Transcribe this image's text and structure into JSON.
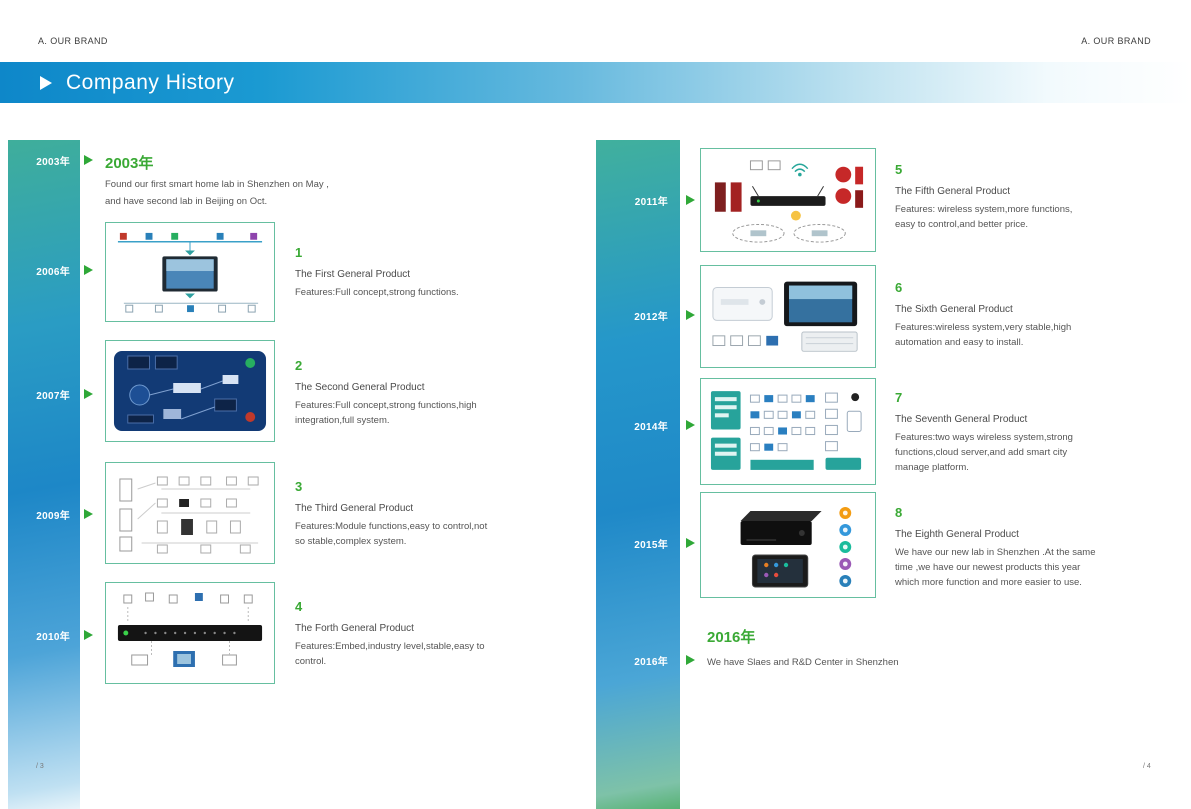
{
  "colors": {
    "accent_green": "#3aa935",
    "banner_blue": "#0e87c9",
    "bar_teal": "#3fae9b",
    "bar_blue": "#1d87c7",
    "box_border": "#66bfa0",
    "arrow_green": "#2fa838"
  },
  "header": {
    "left_label": "A. OUR BRAND",
    "right_label": "A. OUR BRAND"
  },
  "banner": {
    "title": "Company History"
  },
  "left_timeline": {
    "years": [
      "2003年",
      "2006年",
      "2007年",
      "2009年",
      "2010年"
    ],
    "intro": {
      "year": "2003年",
      "text": "Found our first smart home lab in Shenzhen on May ,\nand have second lab in Beijing on Oct."
    },
    "products": [
      {
        "number": "1",
        "title": "The First General Product",
        "desc": "Features:Full concept,strong functions."
      },
      {
        "number": "2",
        "title": "The Second General Product",
        "desc": "Features:Full concept,strong functions,high\nintegration,full system."
      },
      {
        "number": "3",
        "title": "The Third General Product",
        "desc": "Features:Module functions,easy to control,not\nso stable,complex system."
      },
      {
        "number": "4",
        "title": "The Forth General Product",
        "desc": "Features:Embed,industry level,stable,easy to\ncontrol."
      }
    ]
  },
  "right_timeline": {
    "years": [
      "2011年",
      "2012年",
      "2014年",
      "2015年",
      "2016年"
    ],
    "products": [
      {
        "number": "5",
        "title": "The Fifth General Product",
        "desc": "Features: wireless system,more functions,\neasy to control,and better price."
      },
      {
        "number": "6",
        "title": "The Sixth General Product",
        "desc": "Features:wireless system,very stable,high\nautomation and easy to install."
      },
      {
        "number": "7",
        "title": "The Seventh General Product",
        "desc": "Features:two ways wireless system,strong\nfunctions,cloud server,and add smart city\nmanage platform."
      },
      {
        "number": "8",
        "title": "The Eighth General Product",
        "desc": "We have our new lab in Shenzhen .At the same\ntime ,we have our newest products this year\nwhich more function and more easier to use."
      }
    ],
    "outro": {
      "year": "2016年",
      "text": "We have Slaes and R&D Center in Shenzhen"
    }
  },
  "footer": {
    "left_page": "/ 3",
    "right_page": "/ 4"
  }
}
